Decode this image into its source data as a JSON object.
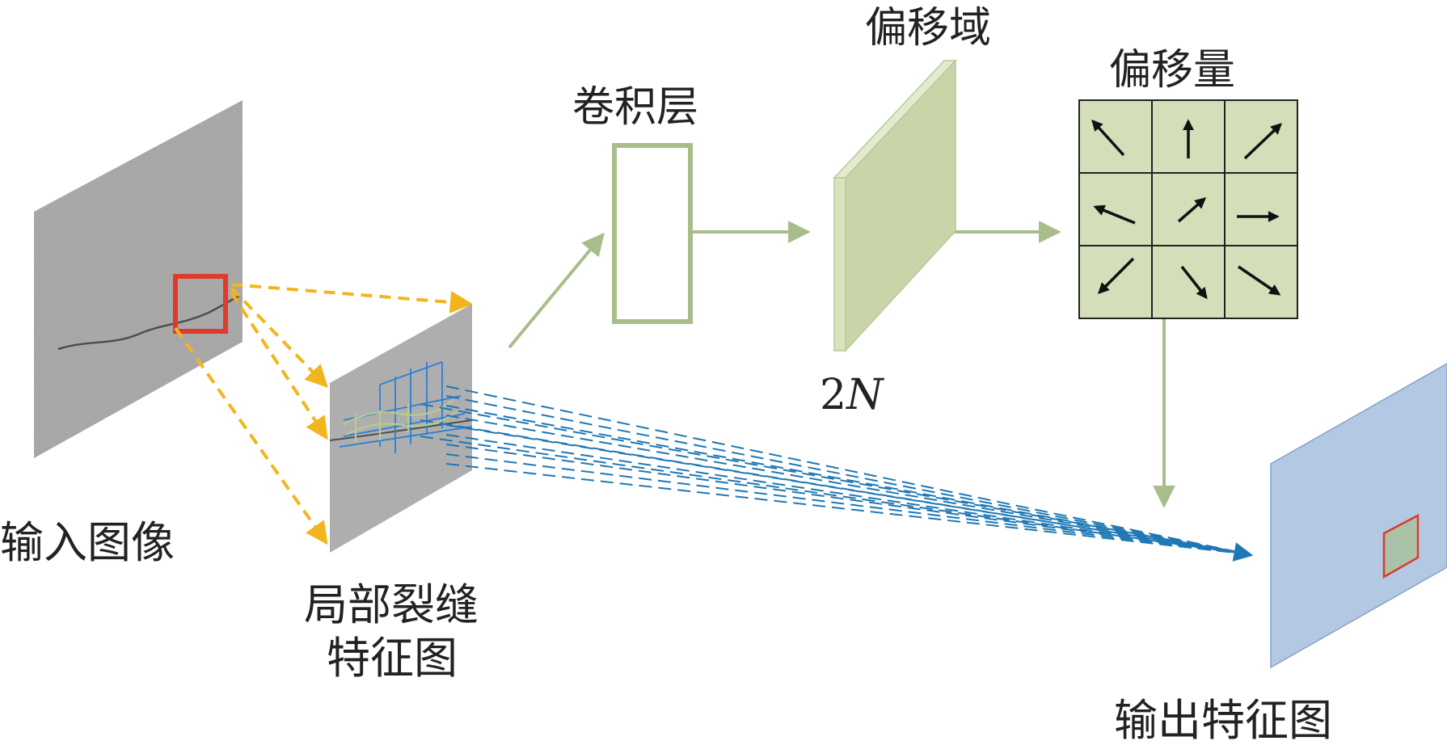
{
  "labels": {
    "input_image": "输入图像",
    "local_crack_line1": "局部裂缝",
    "local_crack_line2": "特征图",
    "conv_layer": "卷积层",
    "offset_field": "偏移域",
    "offset_channels_num": "2",
    "offset_channels_var": "N",
    "offsets": "偏移量",
    "output_feature_map": "输出特征图"
  },
  "colors": {
    "arrow_yellow": "#f2b51e",
    "arrow_green": "#a9bd8a",
    "dash_blue": "#1f78b4",
    "grid_blue": "#2b7fd4",
    "highlight_red": "#e03a2a",
    "offset_fill": "#d4dfba",
    "output_plane": "#b3c8e3",
    "conv_stroke": "#a9bd8a"
  },
  "offset_grid": {
    "arrows": [
      "up-left",
      "up",
      "up-right",
      "left",
      "up-right",
      "right",
      "down-left",
      "down-right",
      "down-right"
    ]
  }
}
